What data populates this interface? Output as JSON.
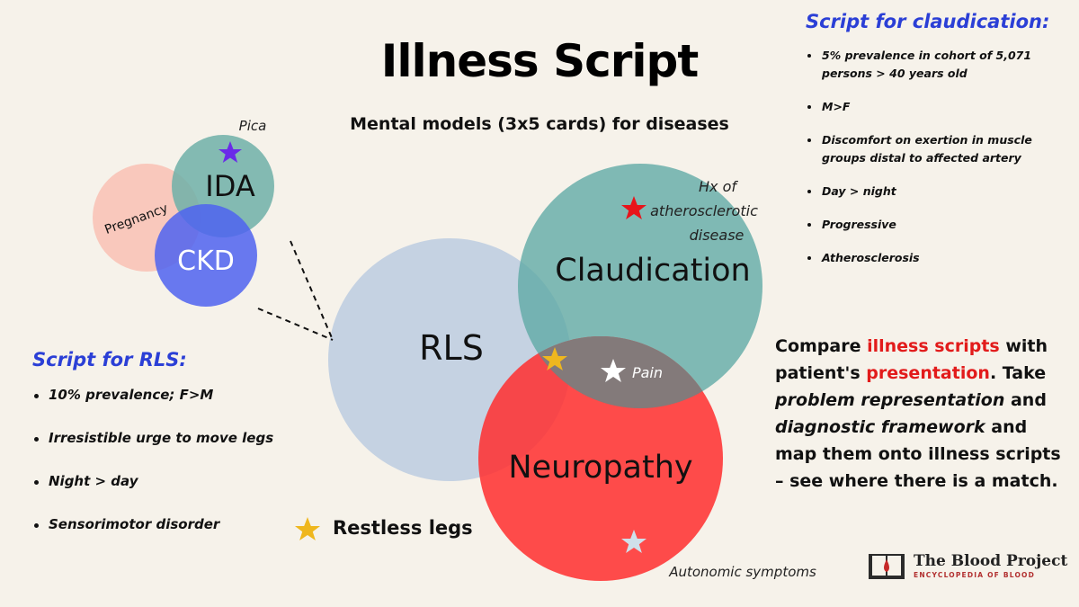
{
  "title": "Illness Script",
  "subtitle": "Mental models (3x5 cards) for diseases",
  "venn": {
    "rls": "RLS",
    "claudication": "Claudication",
    "neuropathy": "Neuropathy",
    "ida": "IDA",
    "ckd": "CKD",
    "pregnancy": "Pregnancy"
  },
  "annotations": {
    "pica": "Pica",
    "hx_line1": "Hx of",
    "hx_line2": "atherosclerotic",
    "hx_line3": "disease",
    "pain": "Pain",
    "autonomic": "Autonomic symptoms",
    "restless_legs": "Restless legs"
  },
  "rls_script": {
    "title": "Script for RLS:",
    "items": [
      "10% prevalence; F>M",
      "Irresistible urge to move legs",
      "Night > day",
      "Sensorimotor disorder"
    ]
  },
  "claudication_script": {
    "title": "Script for claudication:",
    "items": [
      "5% prevalence in cohort of 5,071 persons > 40 years old",
      "M>F",
      "Discomfort on exertion in muscle groups distal to affected artery",
      "Day > night",
      "Progressive",
      "Atherosclerosis"
    ]
  },
  "compare": {
    "p1": "Compare ",
    "p2": "illness scripts",
    "p3": " with patient's ",
    "p4": "presentation",
    "p5": ". Take ",
    "p6": "problem representation",
    "p7": " and ",
    "p8": "diagnostic framework",
    "p9": " and map them onto illness scripts – see where there is a match."
  },
  "logo": {
    "title": "The Blood Project",
    "subtitle": "ENCYCLOPEDIA OF BLOOD"
  },
  "colors": {
    "rls": "#c5d2e2",
    "claudication": "#6fb0ac",
    "neuropathy": "#ff3b3b",
    "ida": "#7ab7ae",
    "ckd": "#5a6ef2",
    "pregnancy": "#f9c8bc",
    "accent_blue": "#2b3fd6",
    "accent_red": "#e21b1b"
  }
}
